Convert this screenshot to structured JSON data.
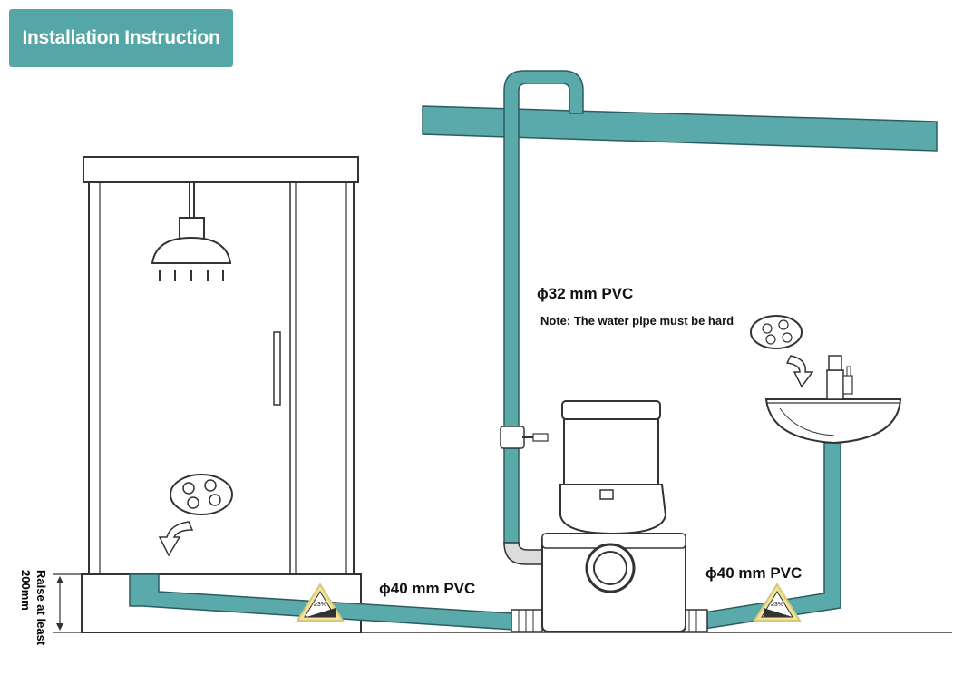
{
  "title": "Installation Instruction",
  "labels": {
    "pipe_32": "ϕ32 mm PVC",
    "note": "Note: The water pipe must be hard",
    "pipe_40_left": "ϕ40 mm PVC",
    "pipe_40_right": "ϕ40 mm PVC",
    "raise": "Raise at least 200mm",
    "slope": "≥3%"
  },
  "colors": {
    "pipe": "#5aa9ab",
    "title_bg": "#55a7a7",
    "slope_sign": "#f0e39a"
  }
}
